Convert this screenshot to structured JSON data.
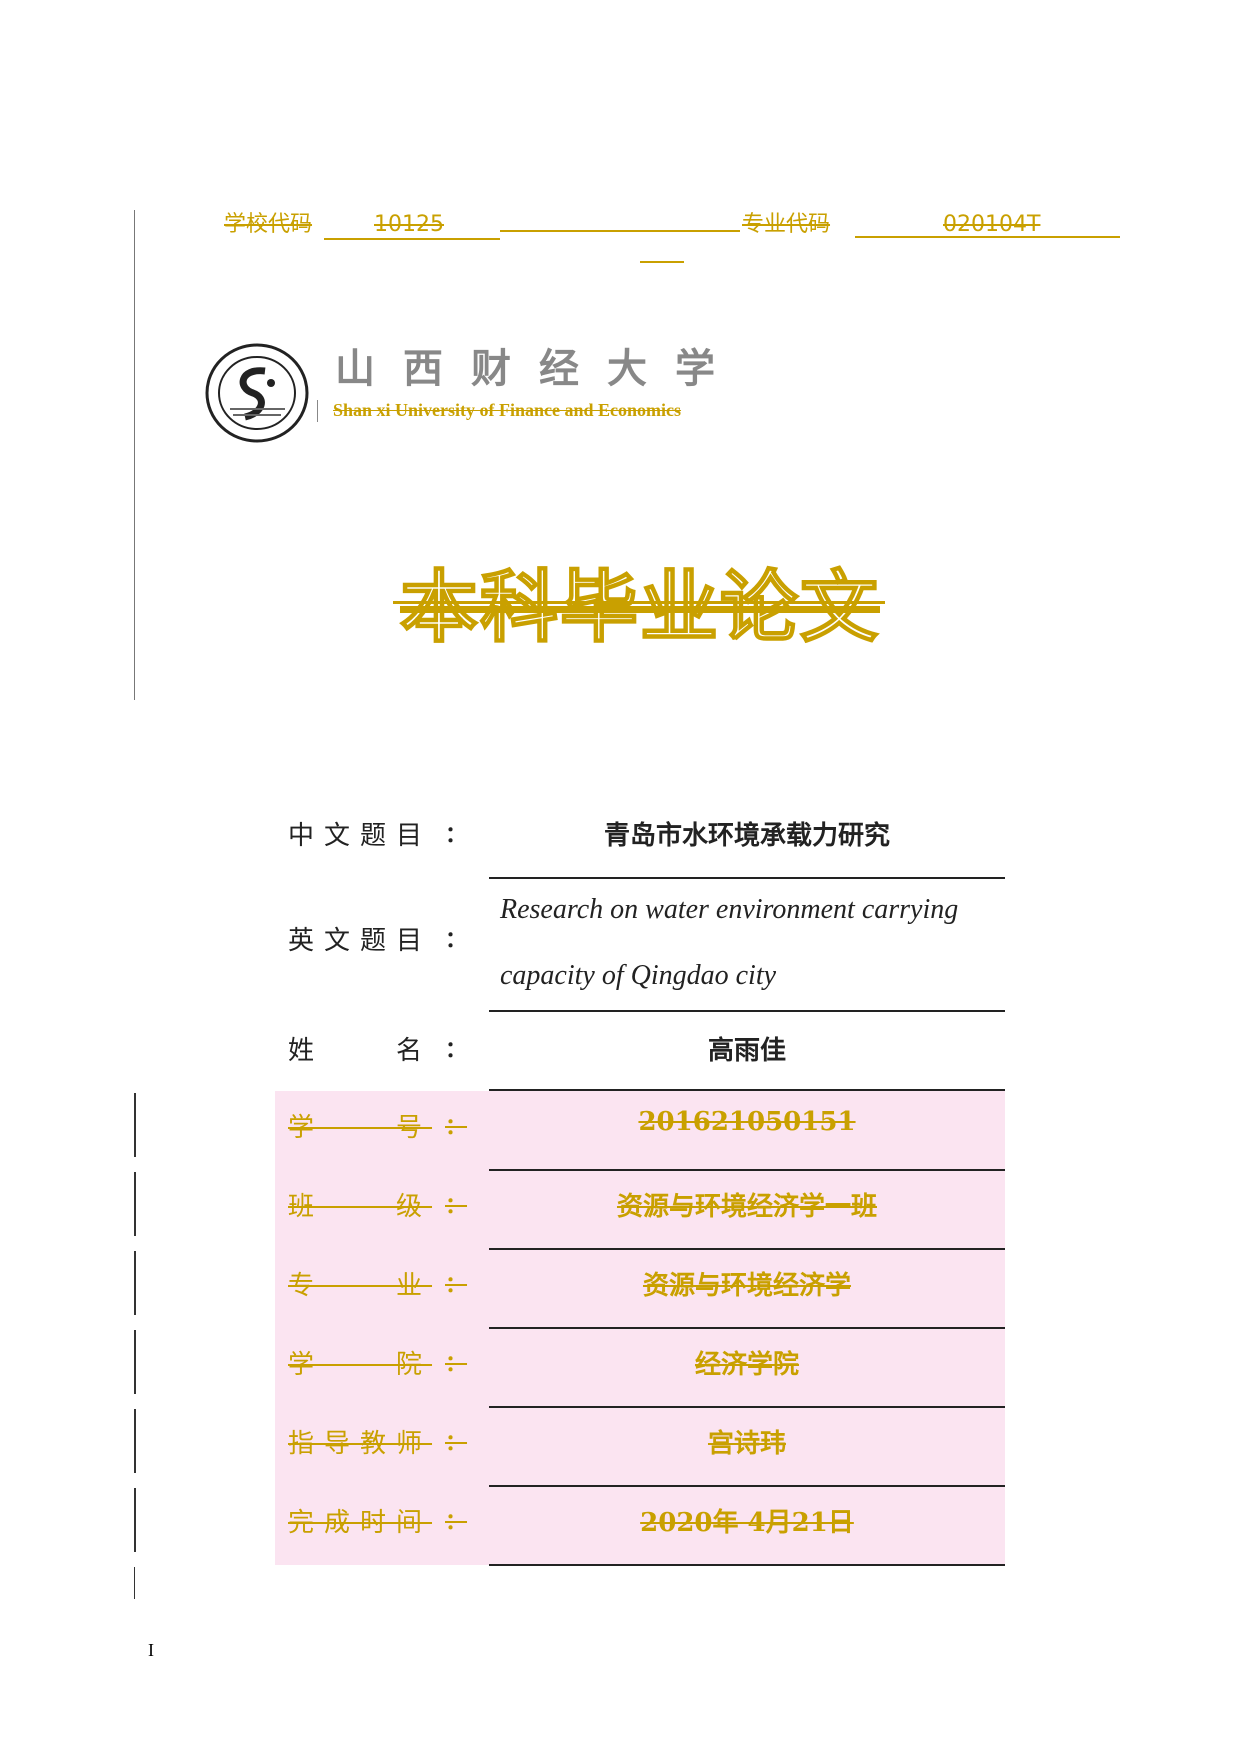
{
  "header": {
    "school_code_label": "学校代码",
    "school_code": "10125",
    "major_code_label": "专业代码",
    "major_code": "020104T"
  },
  "university": {
    "name_cn": "山西财经大学",
    "name_en": "Shan xi University of Finance and Economics",
    "logo_icon": "university-seal-icon"
  },
  "title": "本科毕业论文",
  "fields": [
    {
      "label": "中文题目",
      "colon": "：",
      "value": "青岛市水环境承载力研究"
    },
    {
      "label": "英文题目",
      "colon": "：",
      "value_line1": "Research on water environment carrying",
      "value_line2": "capacity of Qingdao city"
    },
    {
      "label": "姓　　名",
      "colon": "：",
      "value": "高雨佳"
    },
    {
      "label": "学　　号",
      "colon": "：",
      "value": "201621050151"
    },
    {
      "label": "班　　级",
      "colon": "：",
      "value": "资源与环境经济学一班"
    },
    {
      "label": "专　　业",
      "colon": "：",
      "value": "资源与环境经济学"
    },
    {
      "label": "学　　院",
      "colon": "：",
      "value": "经济学院"
    },
    {
      "label": "指导教师",
      "colon": "：",
      "value": "宫诗玮"
    },
    {
      "label": "完成时间",
      "colon": "：",
      "value": "2020年 4月21日"
    }
  ],
  "page_number": "I",
  "colors": {
    "accent": "#c9a000",
    "highlight": "#fbe4f1"
  }
}
